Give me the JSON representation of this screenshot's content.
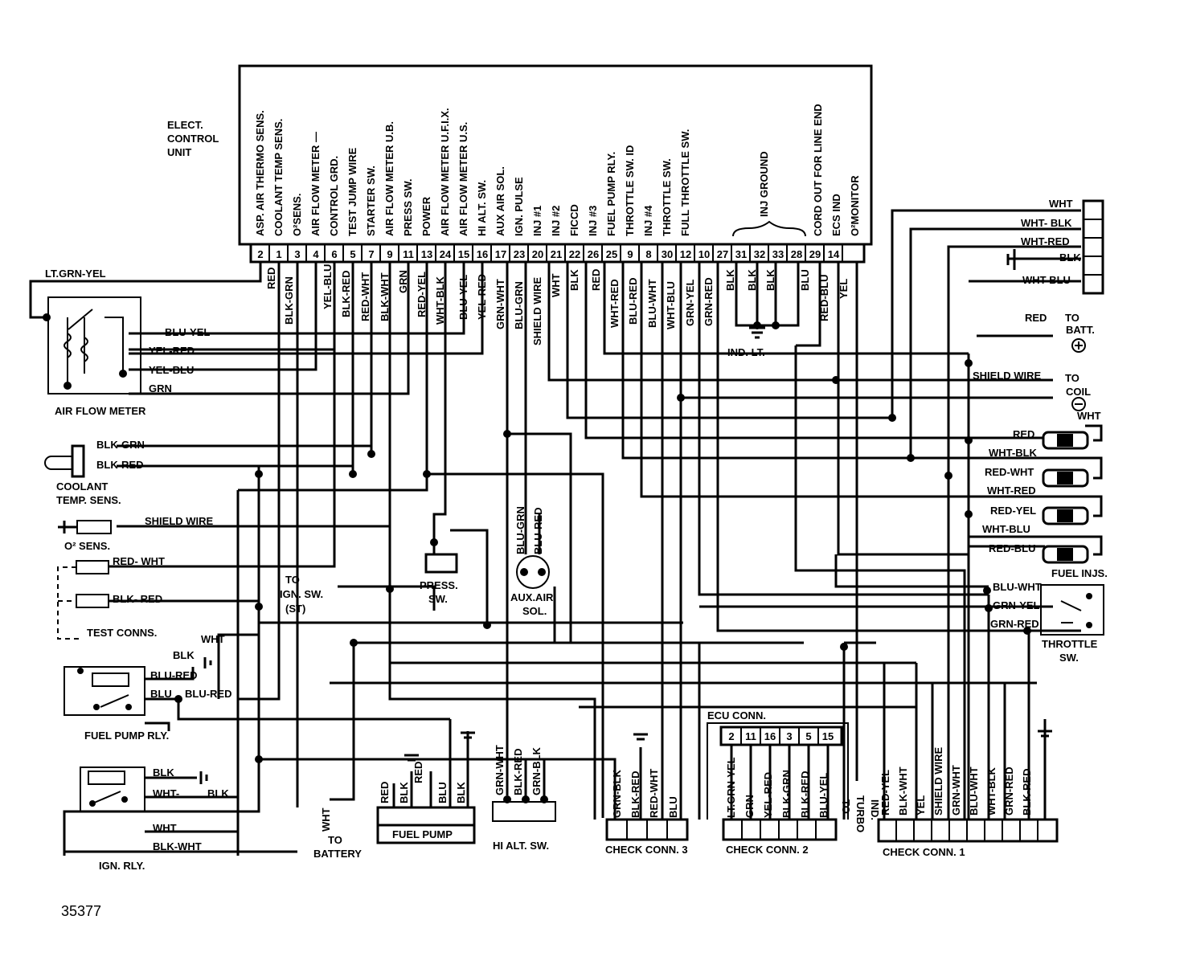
{
  "ecu": {
    "title_lines": [
      "ELECT.",
      "CONTROL",
      "UNIT"
    ],
    "functions": [
      "ASP. AIR THERMO SENS.",
      "COOLANT TEMP SENS.",
      "O²SENS.",
      "AIR FLOW METER —",
      "CONTROL GRD.",
      "TEST JUMP WIRE",
      "STARTER SW.",
      "AIR FLOW METER U.B.",
      "PRESS SW.",
      "POWER",
      "AIR FLOW METER U.F.I.X.",
      "AIR FLOW METER U.S.",
      "HI ALT. SW.",
      "AUX AIR SOL.",
      "IGN. PULSE",
      "INJ #1",
      "INJ #2",
      "FICCD",
      "INJ #3",
      "FUEL PUMP RLY.",
      "THROTTLE SW. ID",
      "INJ #4",
      "THROTTLE SW.",
      "FULL THROTTLE SW.",
      "INJ GROUND",
      "CORD OUT FOR LINE END",
      "ECS IND",
      "O²MONITOR"
    ],
    "pins": [
      "2",
      "1",
      "3",
      "4",
      "6",
      "5",
      "7",
      "9",
      "11",
      "13",
      "24",
      "15",
      "16",
      "17",
      "23",
      "20",
      "21",
      "22",
      "26",
      "25",
      "9",
      "8",
      "30",
      "12",
      "10",
      "27",
      "31",
      "32",
      "33",
      "28",
      "29",
      "14"
    ],
    "wires": [
      "RED",
      "BLK-GRN",
      "YEL-BLU",
      "BLK-RED",
      "RED-WHT",
      "BLK-WHT",
      "GRN",
      "RED-YEL",
      "WHT-BLK",
      "BLU-YEL",
      "YEL-RED",
      "GRN-WHT",
      "BLU-GRN",
      "SHIELD WIRE",
      "WHT",
      "BLK",
      "RED",
      "WHT-RED",
      "BLU-RED",
      "BLU-WHT",
      "WHT-BLU",
      "GRN-YEL",
      "GRN-RED",
      "BLK",
      "BLK",
      "BLK",
      "BLU",
      "RED-BLU",
      "YEL"
    ]
  },
  "components": {
    "air_flow_meter": {
      "label": "AIR FLOW METER",
      "wires": [
        "BLU-YEL",
        "YEL-RED",
        "YEL-BLU",
        "GRN"
      ],
      "lead": "LT.GRN-YEL"
    },
    "coolant": {
      "label_lines": [
        "COOLANT",
        "TEMP. SENS."
      ],
      "wires": [
        "BLK-GRN",
        "BLK-RED"
      ]
    },
    "o2": {
      "label": "O² SENS.",
      "wire": "SHIELD WIRE"
    },
    "test_conns": {
      "label": "TEST CONNS.",
      "wires": [
        "RED- WHT",
        "BLK- RED"
      ]
    },
    "ign_sw": {
      "lines": [
        "TO",
        "IGN. SW.",
        "(ST)"
      ]
    },
    "press_sw": {
      "lines": [
        "PRESS.",
        "SW."
      ]
    },
    "aux_air": {
      "lines": [
        "AUX.AIR",
        "SOL."
      ],
      "wires": [
        "BLU-GRN",
        "BLU-RED"
      ]
    },
    "fuel_pump_rly": {
      "label": "FUEL PUMP RLY.",
      "wires": [
        "WHT",
        "BLK",
        "BLU-RED",
        "BLU",
        "BLU-RED"
      ]
    },
    "ign_rly": {
      "label": "IGN. RLY.",
      "wires": [
        "BLK",
        "WHT-",
        "BLK",
        "WHT",
        "BLK-WHT"
      ]
    },
    "battery": {
      "wire": "WHT",
      "lines": [
        "TO",
        "BATTERY"
      ]
    },
    "fuel_pump": {
      "label": "FUEL PUMP",
      "wires": [
        "RED",
        "BLK",
        "RED",
        "BLU",
        "BLK"
      ]
    },
    "hi_alt": {
      "label": "HI ALT. SW.",
      "wires": [
        "GRN-WHT",
        "BLK-RED",
        "GRN-BLK"
      ]
    },
    "check3": {
      "label": "CHECK CONN. 3",
      "wires": [
        "GRN-BLK",
        "BLK-RED",
        "RED-WHT",
        "BLU"
      ]
    },
    "ecu_conn": {
      "label": "ECU CONN.",
      "pins": [
        "2",
        "11",
        "16",
        "3",
        "5",
        "15"
      ]
    },
    "check2": {
      "label": "CHECK CONN. 2",
      "wires": [
        "LT.GRN-YEL",
        "GRN",
        "YEL-RED",
        "BLK-GRN",
        "BLK-RED",
        "BLU-YEL"
      ]
    },
    "turbo": {
      "lines": [
        "TO",
        "TURBO",
        "IND."
      ]
    },
    "check1": {
      "label": "CHECK CONN. 1",
      "wires": [
        "RED-YEL",
        "BLK-WHT",
        "YEL",
        "SHIELD WIRE",
        "GRN-WHT",
        "BLU-WHT",
        "WHT-BLK",
        "GRN-RED",
        "BLK-RED"
      ]
    },
    "right_conn": {
      "wires": [
        "WHT",
        "WHT- BLK",
        "WHT-RED",
        "BLK",
        "WHT-BLU"
      ]
    },
    "batt": {
      "wire": "RED",
      "lines": [
        "TO",
        "BATT."
      ]
    },
    "coil": {
      "wire": "SHIELD WIRE",
      "lines": [
        "TO",
        "COIL"
      ]
    },
    "ind_lt": {
      "label": "IND. LT."
    },
    "injectors": {
      "label": "FUEL INJS.",
      "wires": [
        "WHT",
        "RED",
        "WHT-BLK",
        "RED-WHT",
        "WHT-RED",
        "RED-YEL",
        "WHT-BLU",
        "RED-BLU"
      ]
    },
    "throttle_sw": {
      "lines": [
        "THROTTLE",
        "SW."
      ],
      "wires": [
        "BLU-WHT",
        "GRN-YEL",
        "GRN-RED"
      ]
    }
  },
  "figure_id": "35377"
}
